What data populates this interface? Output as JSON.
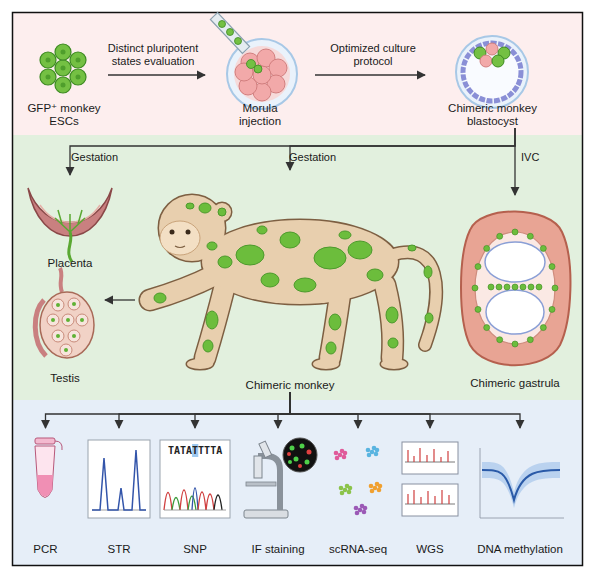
{
  "diagram": {
    "nodes": [
      {
        "text": [
          "GFP⁺ monkey ESCs"
        ]
      },
      {
        "text": [
          "Morula injection"
        ]
      },
      {
        "text": [
          "Chimeric monkey blastocyst"
        ]
      },
      {
        "text": [
          "Placenta"
        ]
      },
      {
        "text": [
          "Chimeric monkey"
        ]
      },
      {
        "text": [
          "Chimeric gastrula"
        ]
      },
      {
        "text": [
          "Testis"
        ]
      },
      {
        "text": [
          "PCR"
        ]
      },
      {
        "text": [
          "STR"
        ]
      },
      {
        "text": [
          "SNP"
        ]
      },
      {
        "text": [
          "IF staining"
        ]
      },
      {
        "text": [
          "scRNA-seq"
        ]
      },
      {
        "text": [
          "WGS"
        ]
      },
      {
        "text": [
          "DNA methylation"
        ]
      }
    ],
    "edges": [
      {
        "from": 0,
        "to": 1,
        "label": "Distinct pluripotent states evaluation",
        "arrow": "to"
      },
      {
        "from": 1,
        "to": 2,
        "label": "Optimized culture protocol",
        "arrow": "to"
      },
      {
        "from": 2,
        "to": 3,
        "label": "Gestation",
        "arrow": "to"
      },
      {
        "from": 2,
        "to": 4,
        "label": "Gestation",
        "arrow": "to"
      },
      {
        "from": 2,
        "to": 5,
        "label": "IVC",
        "arrow": "to"
      },
      {
        "from": 4,
        "to": 6,
        "arrow": "to"
      },
      {
        "from": 4,
        "to": 7,
        "arrow": "to"
      },
      {
        "from": 4,
        "to": 8,
        "arrow": "to"
      },
      {
        "from": 4,
        "to": 9,
        "arrow": "to"
      },
      {
        "from": 4,
        "to": 10,
        "arrow": "to"
      },
      {
        "from": 4,
        "to": 11,
        "arrow": "to"
      },
      {
        "from": 4,
        "to": 12,
        "arrow": "to"
      },
      {
        "from": 4,
        "to": 13,
        "arrow": "to"
      }
    ],
    "labels": [
      "TATATTTTA"
    ]
  }
}
